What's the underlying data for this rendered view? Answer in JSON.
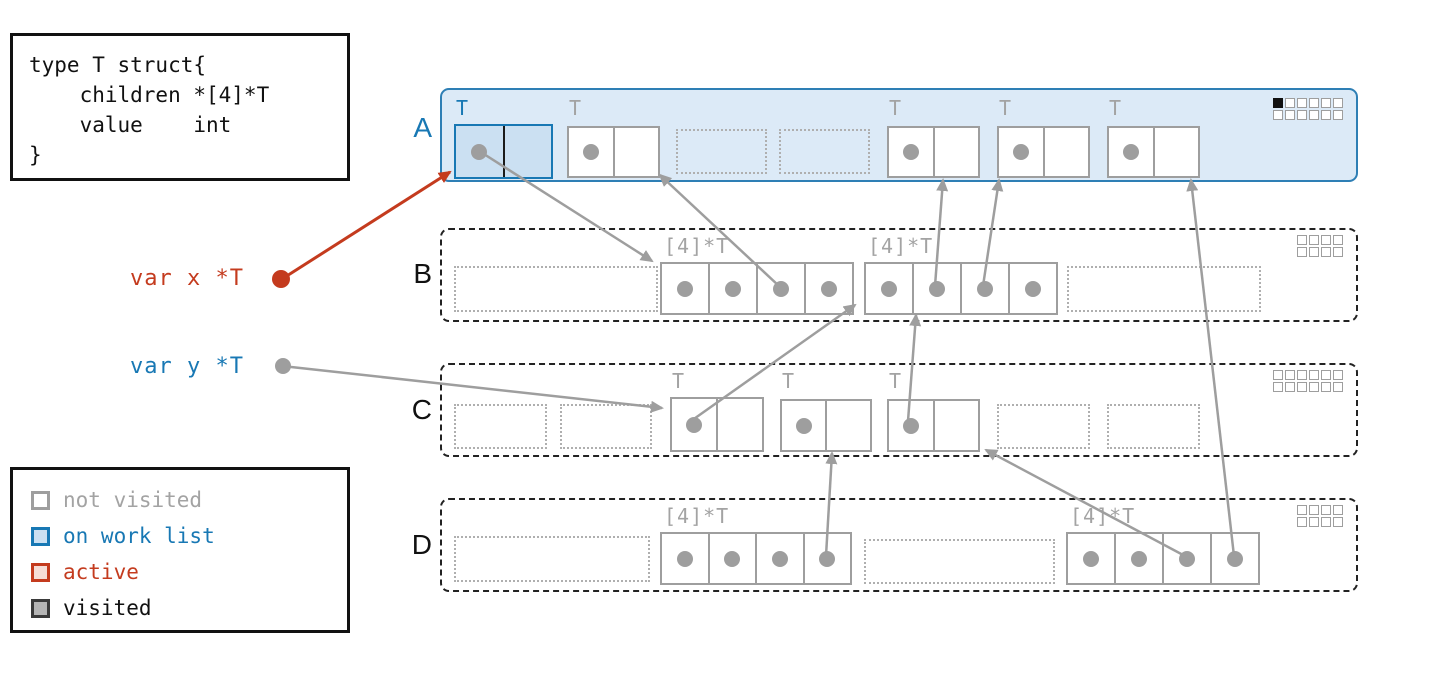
{
  "code_box": {
    "lines": [
      "type T struct{",
      "    children *[4]*T",
      "    value    int",
      "}"
    ]
  },
  "stack_vars": {
    "x": {
      "label": "var x *T",
      "color": "#c43b1e",
      "points_to": "A.obj1"
    },
    "y": {
      "label": "var y *T",
      "color": "#1878b4",
      "points_to": "C.obj1"
    }
  },
  "legend": {
    "items": [
      {
        "label": "not visited",
        "state": "not-visited",
        "border": "#9e9e9e",
        "fill": "#ffffff"
      },
      {
        "label": "on work list",
        "state": "on-work-list",
        "border": "#1878b4",
        "fill": "#cbe0f2"
      },
      {
        "label": "active",
        "state": "active",
        "border": "#c43b1e",
        "fill": "#f6ddd6"
      },
      {
        "label": "visited",
        "state": "visited",
        "border": "#3a3a3a",
        "fill": "#b5b5b5"
      }
    ]
  },
  "labels": {
    "t": "T",
    "array": "[4]*T"
  },
  "rows": [
    {
      "label": "A",
      "state": "on-work-list",
      "slots": [
        "T:on-work-list",
        "T:not-visited",
        "free",
        "free",
        "T:not-visited",
        "T:not-visited",
        "T:not-visited"
      ],
      "bitmap": {
        "icon": "allocation-bitmap",
        "cols": 6,
        "rows": 2,
        "marked": 1
      }
    },
    {
      "label": "B",
      "state": "not-visited",
      "slots": [
        "free-wide",
        "[4]*T:not-visited",
        "[4]*T:not-visited",
        "free-wide"
      ],
      "bitmap": {
        "icon": "allocation-bitmap",
        "cols": 4,
        "rows": 2,
        "marked": 0
      }
    },
    {
      "label": "C",
      "state": "not-visited",
      "slots": [
        "free",
        "free",
        "T:not-visited",
        "T:not-visited",
        "T:not-visited",
        "free",
        "free"
      ],
      "bitmap": {
        "icon": "allocation-bitmap",
        "cols": 6,
        "rows": 2,
        "marked": 0
      }
    },
    {
      "label": "D",
      "state": "not-visited",
      "slots": [
        "free-wide",
        "[4]*T:not-visited",
        "free-wide",
        "[4]*T:not-visited"
      ],
      "bitmap": {
        "icon": "allocation-bitmap",
        "cols": 4,
        "rows": 2,
        "marked": 0
      }
    }
  ],
  "edges": [
    {
      "from": "var x",
      "to": "A.obj1",
      "color": "#c43b1e"
    },
    {
      "from": "var y",
      "to": "C.obj1",
      "color": "#9e9e9e"
    },
    {
      "from": "A.obj1",
      "to": "B.array1",
      "color": "#9e9e9e"
    },
    {
      "from": "B.array1[3]",
      "to": "A.obj2",
      "color": "#9e9e9e"
    },
    {
      "from": "C.obj1",
      "to": "B.array2",
      "color": "#9e9e9e"
    },
    {
      "from": "C.obj3",
      "to": "B.array2",
      "color": "#9e9e9e"
    },
    {
      "from": "B.array2[2]",
      "to": "A.obj3",
      "color": "#9e9e9e"
    },
    {
      "from": "B.array2[3]",
      "to": "A.obj4",
      "color": "#9e9e9e"
    },
    {
      "from": "D.array1[4]",
      "to": "C.obj2",
      "color": "#9e9e9e"
    },
    {
      "from": "D.array2[3]",
      "to": "C.obj3",
      "color": "#9e9e9e"
    },
    {
      "from": "D.array2[4]",
      "to": "A.obj5",
      "color": "#9e9e9e"
    }
  ],
  "colors": {
    "blue": "#1878b4",
    "red": "#c43b1e",
    "gray": "#9e9e9e",
    "row_a_bg": "#dceaf7",
    "worklist_cell_bg": "#cbe0f2",
    "black": "#111111"
  }
}
